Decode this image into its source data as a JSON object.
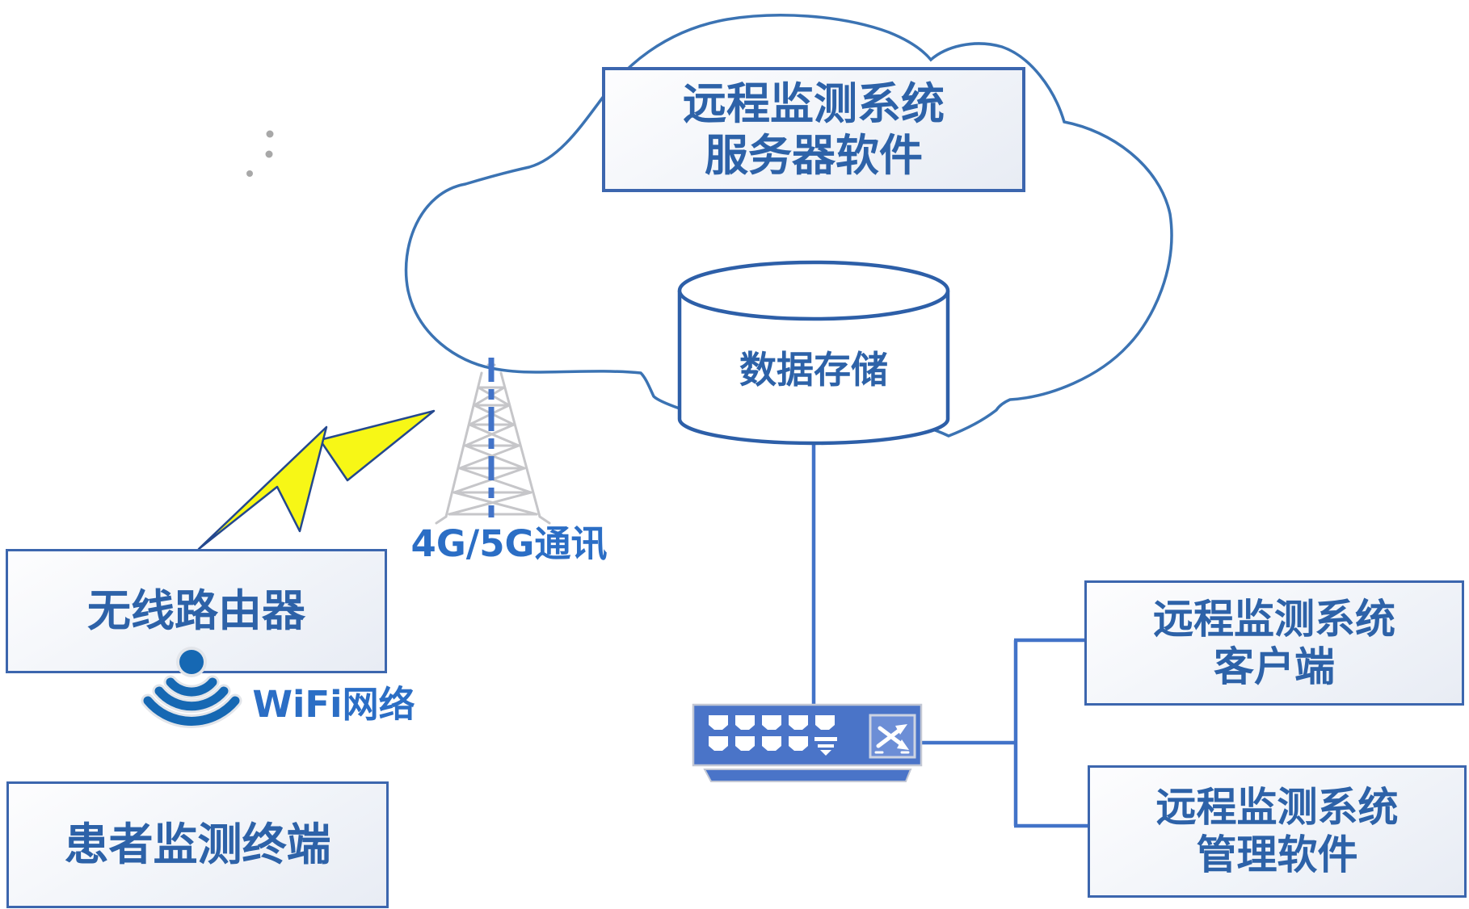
{
  "cloud": {
    "server_box": {
      "line1": "远程监测系统",
      "line2": "服务器软件"
    },
    "storage": {
      "label": "数据存储"
    }
  },
  "tower": {
    "label": "4G/5G通讯"
  },
  "router": {
    "label": "无线路由器"
  },
  "wifi": {
    "label": "WiFi网络"
  },
  "patient": {
    "label": "患者监测终端"
  },
  "client": {
    "line1": "远程监测系统",
    "line2": "客户端"
  },
  "admin": {
    "line1": "远程监测系统",
    "line2": "管理软件"
  },
  "colors": {
    "text_blue": "#2d62a8",
    "bright_label_blue": "#2b6ec5",
    "box_border_blue": "#3c66ae",
    "connector_blue": "#4273c8",
    "cloud_outline_blue": "#3b73b3",
    "cylinder_outline_blue": "#2d5fa8",
    "switch_body_blue": "#4a74c8",
    "bolt_yellow": "#f7f716",
    "bolt_outline_navy": "#24488e",
    "tower_gray": "#c6c6c9",
    "wifi_blue": "#1668b3"
  }
}
